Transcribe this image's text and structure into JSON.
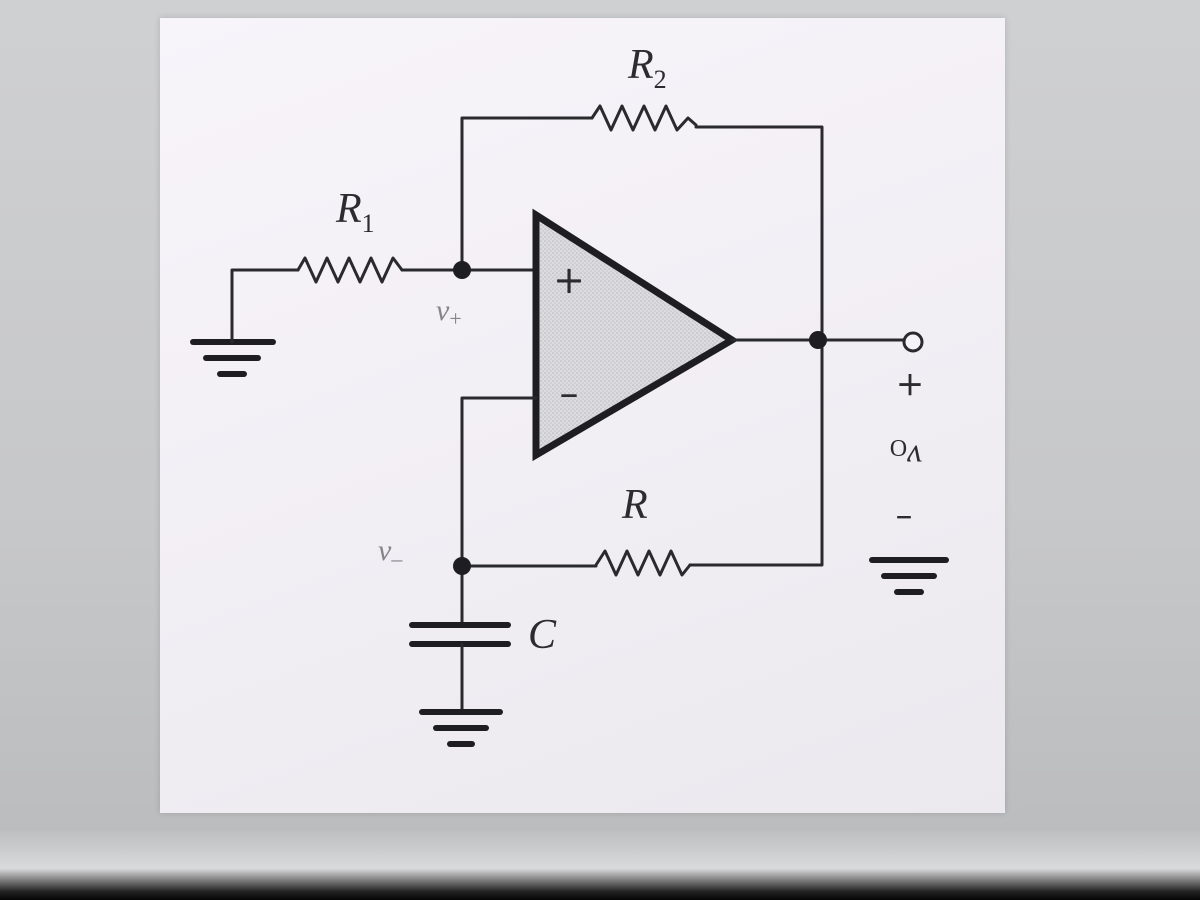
{
  "diagram": {
    "components": {
      "r1": {
        "letter": "R",
        "sub": "1"
      },
      "r2": {
        "letter": "R",
        "sub": "2"
      },
      "r": {
        "letter": "R"
      },
      "c": {
        "letter": "C"
      }
    },
    "nodes": {
      "v_plus": {
        "letter": "v",
        "sub": "+"
      },
      "v_minus": {
        "letter": "v",
        "sub": "–"
      },
      "v_out": {
        "letter": "v",
        "sub": "O"
      }
    },
    "opamp": {
      "plus": "+",
      "minus": "–"
    },
    "output_polarity": {
      "plus": "+",
      "minus": "–"
    }
  }
}
